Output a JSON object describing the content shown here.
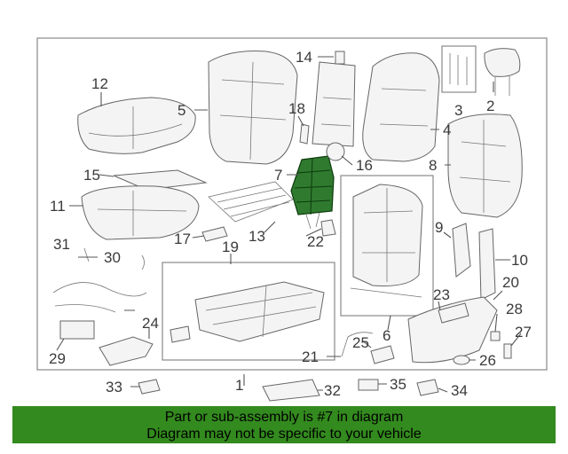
{
  "diagram": {
    "callouts": {
      "c1": "1",
      "c2": "2",
      "c3": "3",
      "c4": "4",
      "c5": "5",
      "c6": "6",
      "c7": "7",
      "c8": "8",
      "c9": "9",
      "c10": "10",
      "c11": "11",
      "c12": "12",
      "c13": "13",
      "c14": "14",
      "c15": "15",
      "c16": "16",
      "c17": "17",
      "c18": "18",
      "c19": "19",
      "c20": "20",
      "c21": "21",
      "c22": "22",
      "c23": "23",
      "c24": "24",
      "c25": "25",
      "c26": "26",
      "c27": "27",
      "c28": "28",
      "c29": "29",
      "c30": "30",
      "c31": "31",
      "c32": "32",
      "c33": "33",
      "c34": "34",
      "c35": "35"
    },
    "highlighted_part": "7",
    "highlight_color": "#2f7a2f"
  },
  "banner": {
    "line1": "Part or sub-assembly is #7 in diagram",
    "line2": "Diagram may not be specific to your vehicle",
    "background": "#338a1e"
  }
}
